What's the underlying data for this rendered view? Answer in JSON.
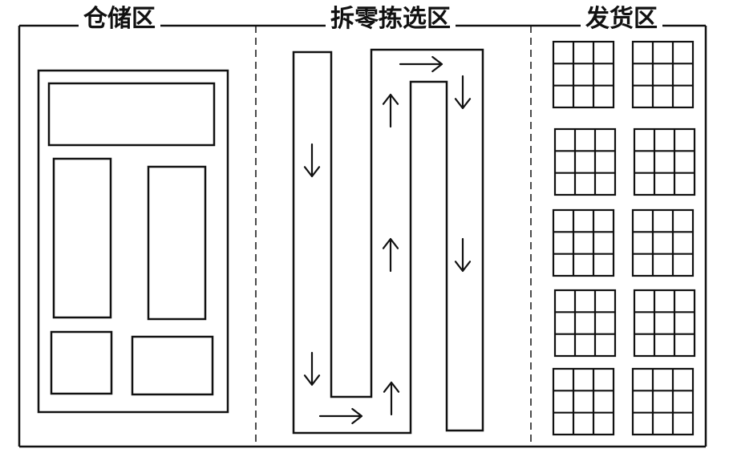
{
  "zones": [
    {
      "id": "storage",
      "label": "仓储区"
    },
    {
      "id": "picking",
      "label": "拆零拣选区"
    },
    {
      "id": "shipping",
      "label": "发货区"
    }
  ],
  "picking_flow": {
    "arrows": [
      "down",
      "down",
      "right",
      "up",
      "up",
      "up",
      "right",
      "down",
      "down"
    ]
  },
  "shipping_grids": {
    "rows": 5,
    "cols": 2,
    "cell_divisions": 3
  },
  "colors": {
    "stroke": "#111111",
    "background": "#ffffff"
  }
}
